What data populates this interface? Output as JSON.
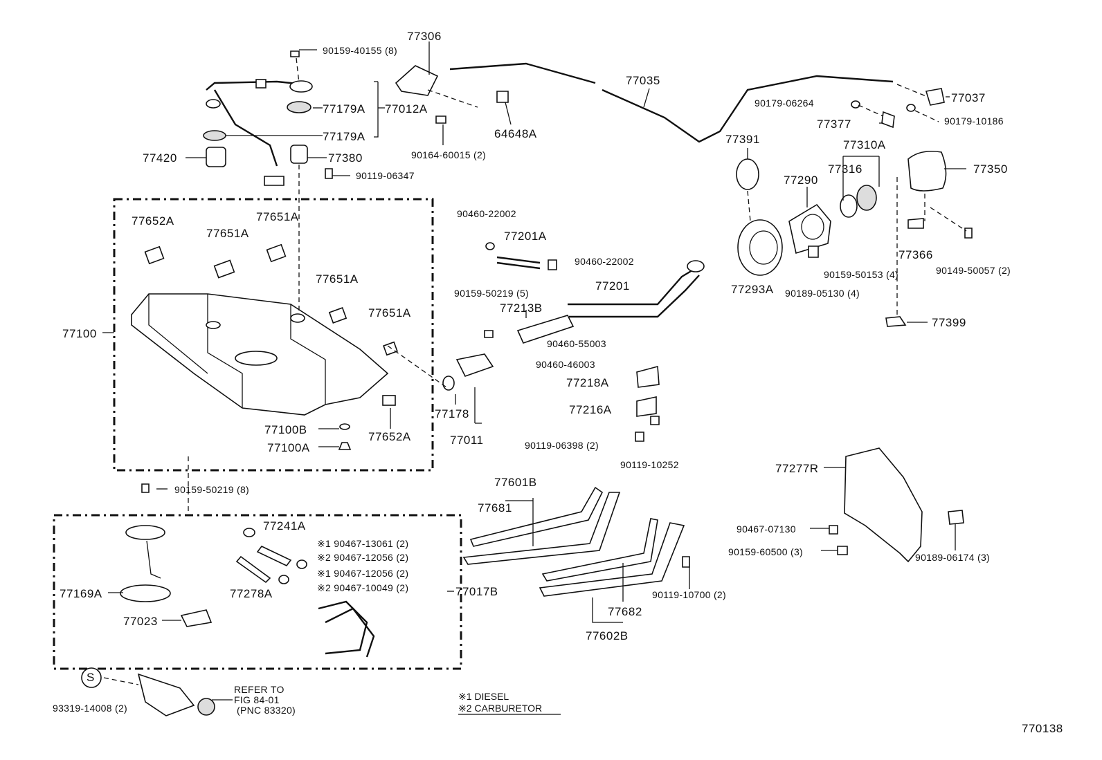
{
  "figure_number": "770138",
  "notes": {
    "diesel": "※1 DIESEL",
    "carburetor": "※2 CARBURETOR"
  },
  "labels": {
    "p77306": "77306",
    "p90159_40155": "90159-40155 (8)",
    "p77035": "77035",
    "p77037": "77037",
    "p90179_06264": "90179-06264",
    "p77179A_top": "77179A",
    "p77012A": "77012A",
    "p90179_10186": "90179-10186",
    "p77377": "77377",
    "p64648A": "64648A",
    "p77179A_bottom": "77179A",
    "p77391": "77391",
    "p77310A": "77310A",
    "p90164_60015": "90164-60015 (2)",
    "p77420": "77420",
    "p77380": "77380",
    "p77316": "77316",
    "p77350": "77350",
    "p90119_06347": "90119-06347",
    "p77290": "77290",
    "p90460_22002_top": "90460-22002",
    "p77651A_1": "77651A",
    "p77652A_top": "77652A",
    "p77651A_2": "77651A",
    "p77201A": "77201A",
    "p77366": "77366",
    "p90460_22002_mid": "90460-22002",
    "p90159_50153": "90159-50153 (4)",
    "p90149_50057": "90149-50057 (2)",
    "p77651A_3": "77651A",
    "p77201": "77201",
    "p77293A": "77293A",
    "p90189_05130": "90189-05130 (4)",
    "p90159_50219_5": "90159-50219 (5)",
    "p77213B": "77213B",
    "p77651A_4": "77651A",
    "p77399": "77399",
    "p77100": "77100",
    "p90460_55003": "90460-55003",
    "p90460_46003": "90460-46003",
    "p77218A": "77218A",
    "p77216A": "77216A",
    "p77178": "77178",
    "p77100B": "77100B",
    "p77652A_bottom": "77652A",
    "p77011": "77011",
    "p90119_06398": "90119-06398 (2)",
    "p77100A": "77100A",
    "p90119_10252": "90119-10252",
    "p77277R": "77277R",
    "p77601B": "77601B",
    "p90159_50219_8": "90159-50219 (8)",
    "p77681": "77681",
    "p77241A": "77241A",
    "p90467_07130": "90467-07130",
    "n1_90467_13061": "※1 90467-13061 (2)",
    "p90159_60500": "90159-60500 (3)",
    "p90189_06174": "90189-06174 (3)",
    "n2_90467_12056": "※2 90467-12056 (2)",
    "n1_90467_12056": "※1 90467-12056 (2)",
    "n2_90467_10049": "※2 90467-10049 (2)",
    "p77017B": "77017B",
    "p77278A": "77278A",
    "p77169A": "77169A",
    "p90119_10700": "90119-10700 (2)",
    "p77682": "77682",
    "p77023": "77023",
    "p77602B": "77602B",
    "s_symbol": "S",
    "refer_line1": "REFER TO",
    "refer_line2": "FIG 84-01",
    "refer_line3": "(PNC 83320)",
    "p93319_14008": "93319-14008 (2)"
  }
}
